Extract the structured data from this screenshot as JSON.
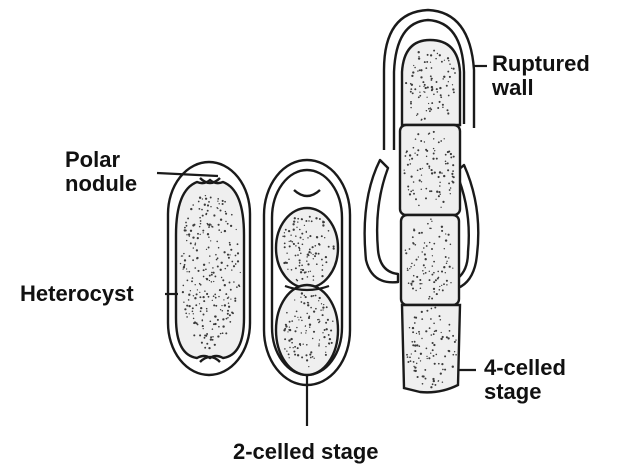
{
  "labels": {
    "polar_nodule": "Polar\nnodule",
    "heterocyst": "Heterocyst",
    "two_celled": "2-celled stage",
    "ruptured_wall": "Ruptured\nwall",
    "four_celled": "4-celled\nstage"
  },
  "colors": {
    "ink": "#1a1a1a",
    "cell_fill": "#efefef",
    "stipple": "#3a3a3a",
    "background": "#ffffff"
  }
}
